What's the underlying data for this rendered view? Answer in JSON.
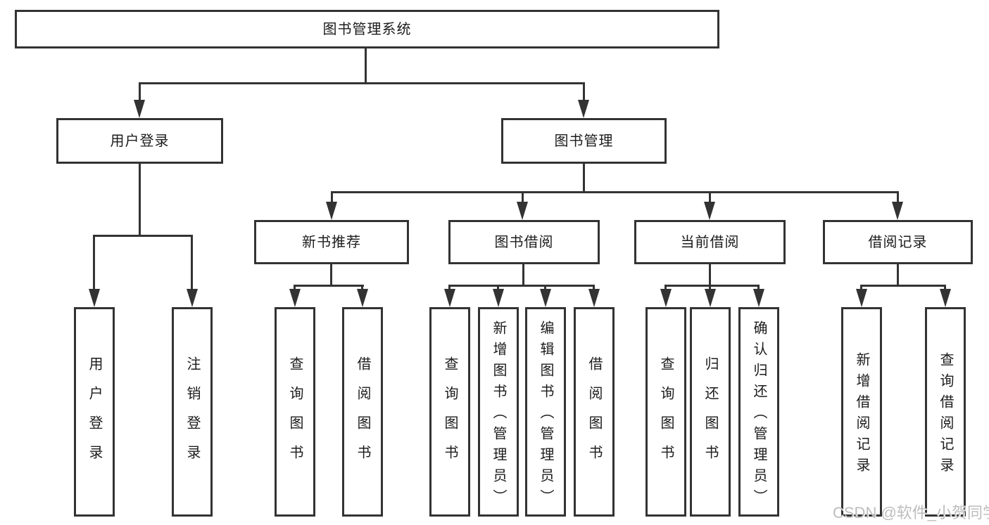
{
  "diagram": {
    "root": {
      "label": "图书管理系统"
    },
    "branches": [
      {
        "label": "用户登录",
        "children": [
          {
            "label": "用户登录"
          },
          {
            "label": "注销登录"
          }
        ]
      },
      {
        "label": "图书管理",
        "children": [
          {
            "label": "新书推荐",
            "children": [
              {
                "label": "查询图书"
              },
              {
                "label": "借阅图书"
              }
            ]
          },
          {
            "label": "图书借阅",
            "children": [
              {
                "label": "查询图书"
              },
              {
                "label": "新增图书（管理员）"
              },
              {
                "label": "编辑图书（管理员）"
              },
              {
                "label": "借阅图书"
              }
            ]
          },
          {
            "label": "当前借阅",
            "children": [
              {
                "label": "查询图书"
              },
              {
                "label": "归还图书"
              },
              {
                "label": "确认归还（管理员）"
              }
            ]
          },
          {
            "label": "借阅记录",
            "children": [
              {
                "label": "新增借阅记录"
              },
              {
                "label": "查询借阅记录"
              }
            ]
          }
        ]
      }
    ]
  },
  "watermark": {
    "text": "CSDN @软件_小贺同学"
  },
  "colors": {
    "line": "#333333",
    "box_fill": "#ffffff",
    "text": "#1c1c1c",
    "watermark": "#bdbdbd",
    "background": "#ffffff"
  }
}
